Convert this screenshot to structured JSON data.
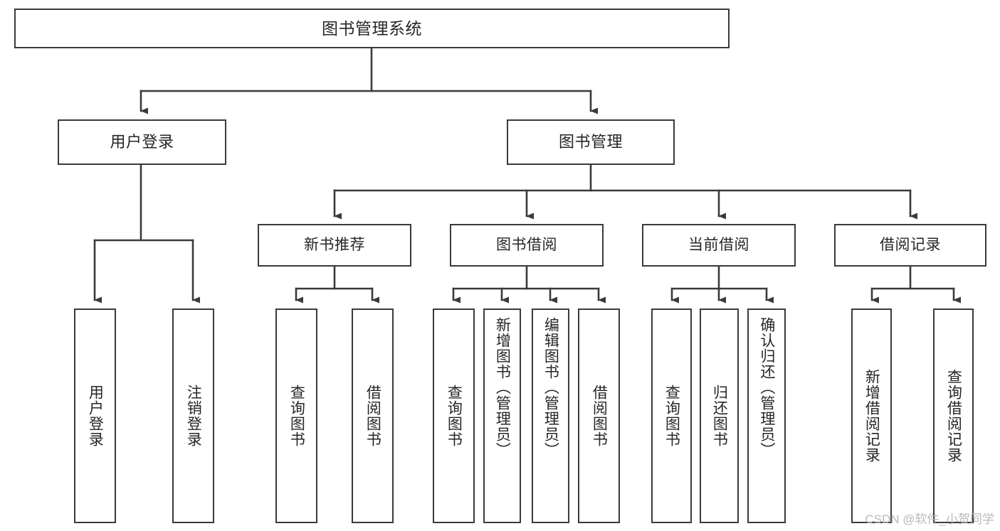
{
  "diagram": {
    "title": "图书管理系统",
    "type": "hierarchy-tree",
    "orientation": "top-down",
    "root": {
      "label": "图书管理系统"
    },
    "level2": [
      {
        "label": "用户登录"
      },
      {
        "label": "图书管理"
      }
    ],
    "level3": [
      {
        "label": "新书推荐"
      },
      {
        "label": "图书借阅"
      },
      {
        "label": "当前借阅"
      },
      {
        "label": "借阅记录"
      }
    ],
    "leaves": {
      "user_login": [
        {
          "label": "用户登录"
        },
        {
          "label": "注销登录"
        }
      ],
      "new_book_recommend": [
        {
          "label": "查询图书"
        },
        {
          "label": "借阅图书"
        }
      ],
      "book_borrow": [
        {
          "label": "查询图书"
        },
        {
          "label": "新增图书（管理员）"
        },
        {
          "label": "编辑图书（管理员）"
        },
        {
          "label": "借阅图书"
        }
      ],
      "current_borrow": [
        {
          "label": "查询图书"
        },
        {
          "label": "归还图书"
        },
        {
          "label": "确认归还（管理员）"
        }
      ],
      "borrow_record": [
        {
          "label": "新增借阅记录"
        },
        {
          "label": "查询借阅记录"
        }
      ]
    },
    "watermark": "CSDN @软件_小贺同学",
    "colors": {
      "border": "#3a3a3a",
      "text": "#262626",
      "background": "#ffffff",
      "watermark": "#b8b8b8"
    }
  }
}
